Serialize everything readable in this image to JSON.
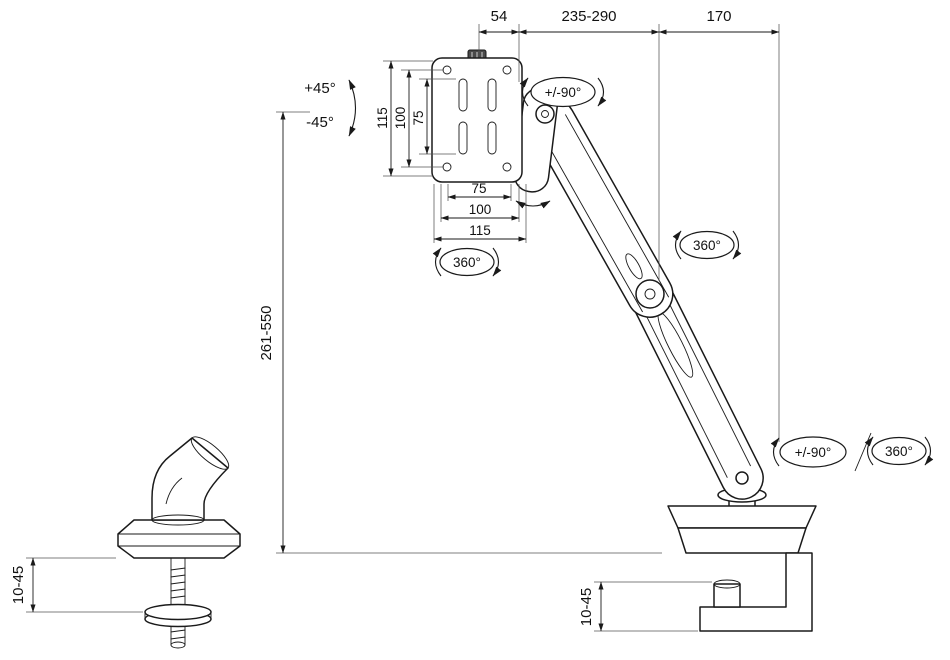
{
  "colors": {
    "background": "#ffffff",
    "line": "#1a1a1a"
  },
  "dims": {
    "top_54": "54",
    "top_235_290": "235-290",
    "top_170": "170",
    "vesa_h_outer": "115",
    "vesa_h_mid": "100",
    "vesa_h_inner": "75",
    "vesa_w_inner": "75",
    "vesa_w_mid": "100",
    "vesa_w_outer": "115",
    "height_range": "261-550",
    "clamp_thickness_left": "10-45",
    "clamp_thickness_right": "10-45"
  },
  "rotations": {
    "tilt_up": "+45°",
    "tilt_down": "-45°",
    "head_swivel": "+/-90°",
    "head_rotate": "360°",
    "elbow_rotate": "360°",
    "base_swivel": "+/-90°",
    "base_rotate": "360°"
  }
}
